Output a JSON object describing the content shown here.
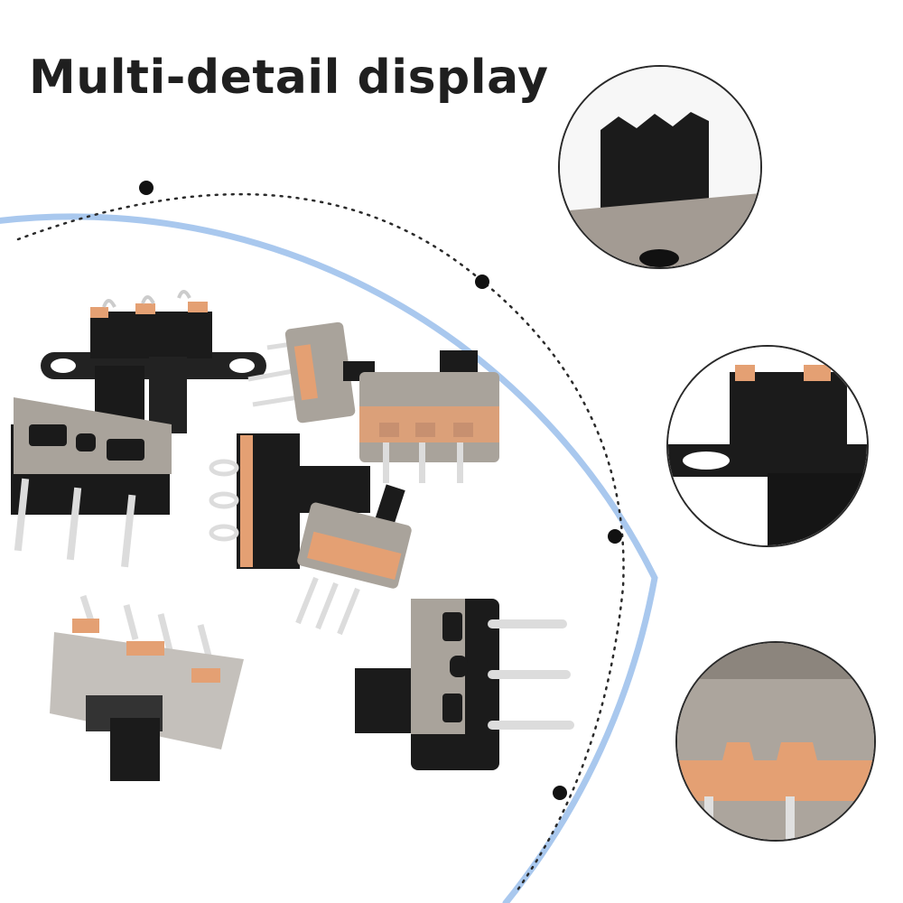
{
  "page": {
    "title": "Multi-detail display"
  },
  "colors": {
    "arc_blue": "#a9c8ee",
    "switch_body": "#1b1b1b",
    "switch_metal": "#a9a39b",
    "contact_copper": "#e4a073",
    "pin_silver": "#dcdcdc"
  },
  "icons": {
    "switches": "slide-switch-icon",
    "details": [
      "switch-knob-closeup",
      "mounting-tab-closeup",
      "copper-contacts-closeup"
    ]
  }
}
